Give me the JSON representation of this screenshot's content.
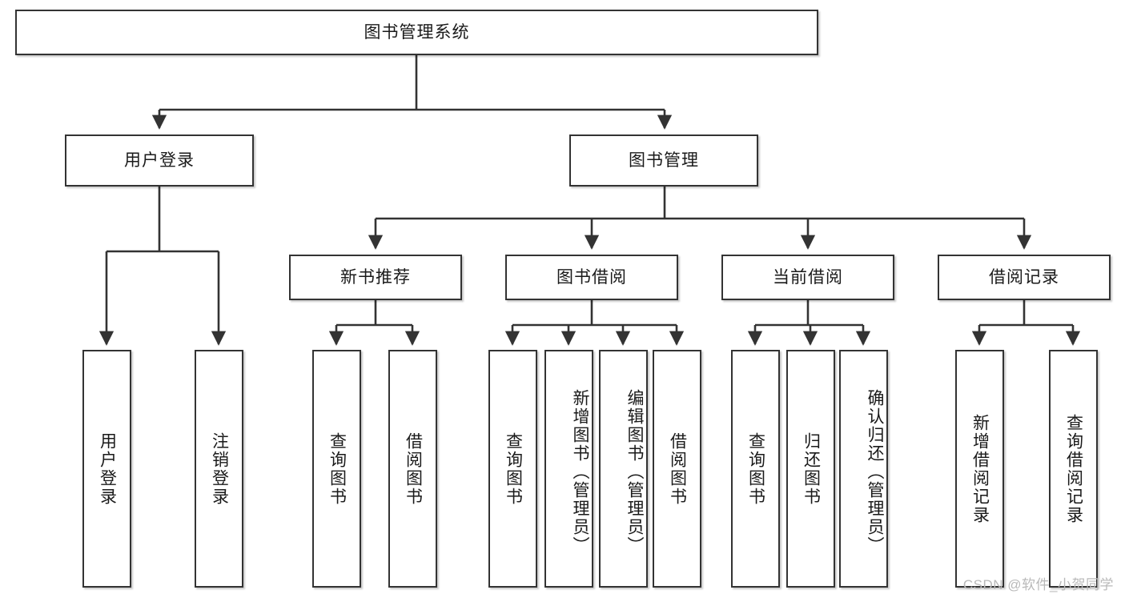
{
  "diagram": {
    "title": "图书管理系统",
    "type": "tree",
    "watermark": "CSDN @软件_小贺同学",
    "colors": {
      "box_border": "#333333",
      "box_fill": "#ffffff",
      "connector": "#333333",
      "text": "#1a1a1a",
      "watermark": "#b9b9b9",
      "background": "#ffffff"
    },
    "nodes": {
      "root": {
        "label": "图书管理系统"
      },
      "level2": [
        {
          "id": "user-login",
          "label": "用户登录"
        },
        {
          "id": "book-management",
          "label": "图书管理"
        }
      ],
      "level3": [
        {
          "id": "new-book-recommend",
          "label": "新书推荐",
          "parent": "book-management"
        },
        {
          "id": "book-borrow",
          "label": "图书借阅",
          "parent": "book-management"
        },
        {
          "id": "current-borrow",
          "label": "当前借阅",
          "parent": "book-management"
        },
        {
          "id": "borrow-record",
          "label": "借阅记录",
          "parent": "book-management"
        }
      ],
      "leaves": [
        {
          "id": "leaf-user-login",
          "label": "用户登录",
          "parent": "user-login"
        },
        {
          "id": "leaf-logout-login",
          "label": "注销登录",
          "parent": "user-login"
        },
        {
          "id": "leaf-query-book-1",
          "label": "查询图书",
          "parent": "new-book-recommend"
        },
        {
          "id": "leaf-borrow-book-1",
          "label": "借阅图书",
          "parent": "new-book-recommend"
        },
        {
          "id": "leaf-query-book-2",
          "label": "查询图书",
          "parent": "book-borrow"
        },
        {
          "id": "leaf-add-book",
          "label": "新增图书（管理员）",
          "parent": "book-borrow"
        },
        {
          "id": "leaf-edit-book",
          "label": "编辑图书（管理员）",
          "parent": "book-borrow"
        },
        {
          "id": "leaf-borrow-book-2",
          "label": "借阅图书",
          "parent": "book-borrow"
        },
        {
          "id": "leaf-query-book-3",
          "label": "查询图书",
          "parent": "current-borrow"
        },
        {
          "id": "leaf-return-book",
          "label": "归还图书",
          "parent": "current-borrow"
        },
        {
          "id": "leaf-confirm-return",
          "label": "确认归还（管理员）",
          "parent": "current-borrow"
        },
        {
          "id": "leaf-add-record",
          "label": "新增借阅记录",
          "parent": "borrow-record"
        },
        {
          "id": "leaf-query-record",
          "label": "查询借阅记录",
          "parent": "borrow-record"
        }
      ]
    }
  }
}
